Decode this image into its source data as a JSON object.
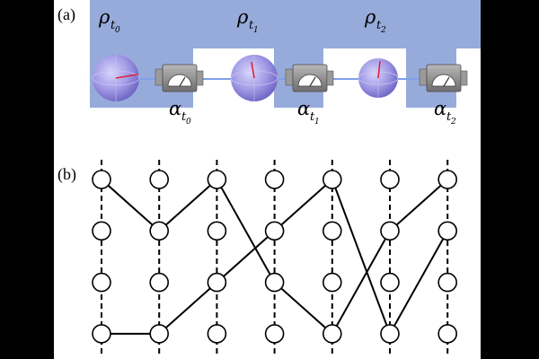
{
  "panel_a": {
    "label": "(a)",
    "density_states": [
      {
        "symbol": "ρ",
        "subscript": "t",
        "sub_index": "0"
      },
      {
        "symbol": "ρ",
        "subscript": "t",
        "sub_index": "1"
      },
      {
        "symbol": "ρ",
        "subscript": "t",
        "sub_index": "2"
      }
    ],
    "measurements": [
      {
        "symbol": "α",
        "subscript": "t",
        "sub_index": "0"
      },
      {
        "symbol": "α",
        "subscript": "t",
        "sub_index": "1"
      },
      {
        "symbol": "α",
        "subscript": "t",
        "sub_index": "2"
      }
    ],
    "colors": {
      "band": "#97abdb",
      "sphere": "#a09ae0",
      "vector": "#e0203a",
      "device": "#8f8f8f"
    }
  },
  "panel_b": {
    "label": "(b)",
    "columns": 7,
    "rows": 4,
    "paths": [
      [
        0,
        1,
        0,
        2,
        3,
        1,
        0
      ],
      [
        3,
        3,
        2,
        1,
        0,
        3,
        1
      ]
    ]
  }
}
